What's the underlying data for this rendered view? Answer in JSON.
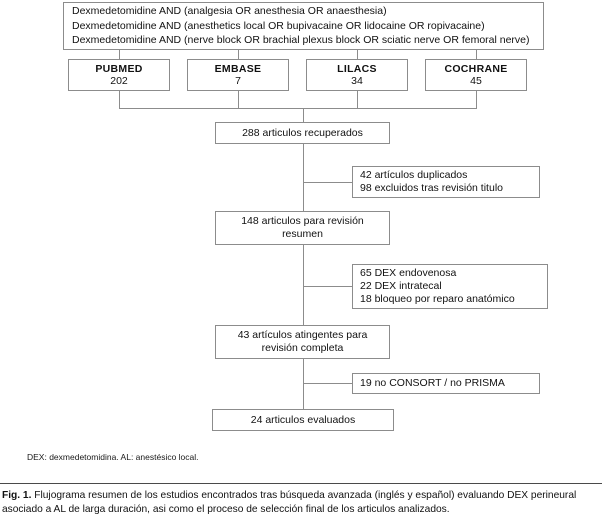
{
  "figure": {
    "query_block": {
      "lines": [
        "Dexmedetomidine AND (analgesia OR anesthesia OR anaesthesia)",
        "Dexmedetomidine AND (anesthetics local OR bupivacaine OR lidocaine OR ropivacaine)",
        "Dexmedetomidine AND (nerve block OR brachial plexus block OR sciatic nerve OR femoral nerve)"
      ]
    },
    "databases": [
      {
        "name": "PUBMED",
        "count": "202"
      },
      {
        "name": "EMBASE",
        "count": "7"
      },
      {
        "name": "LILACS",
        "count": "34"
      },
      {
        "name": "COCHRANE",
        "count": "45"
      }
    ],
    "stages": {
      "retrieved": {
        "line1": "288 articulos recuperados"
      },
      "abstract_review": {
        "line1": "148 articulos para revisión",
        "line2": "resumen"
      },
      "fulltext_review": {
        "line1": "43 artículos atingentes para",
        "line2": "revisión completa"
      },
      "evaluated": {
        "line1": "24 articulos evaluados"
      }
    },
    "exclusions": {
      "duplicates": {
        "line1": "42 artículos duplicados",
        "line2": "98 excluidos tras revisión titulo"
      },
      "route": {
        "line1": "65 DEX endovenosa",
        "line2": "22 DEX intratecal",
        "line3": "18 bloqueo por reparo anatómico"
      },
      "reporting": {
        "line1": "19 no CONSORT / no PRISMA"
      }
    },
    "abbreviations": "DEX: dexmedetomidina. AL: anestésico local.",
    "caption": {
      "label": "Fig. 1.",
      "text": "Flujograma resumen de los estudios encontrados tras búsqueda avanzada (inglés y español) evaluando DEX perineural asociado a AL de larga duración, asi como el proceso de selección final de los articulos analizados."
    }
  },
  "colors": {
    "box_border": "#8c8c8c",
    "connector": "#8c8c8c",
    "text": "#111111",
    "rule": "#4a4a4a",
    "background": "#ffffff"
  }
}
